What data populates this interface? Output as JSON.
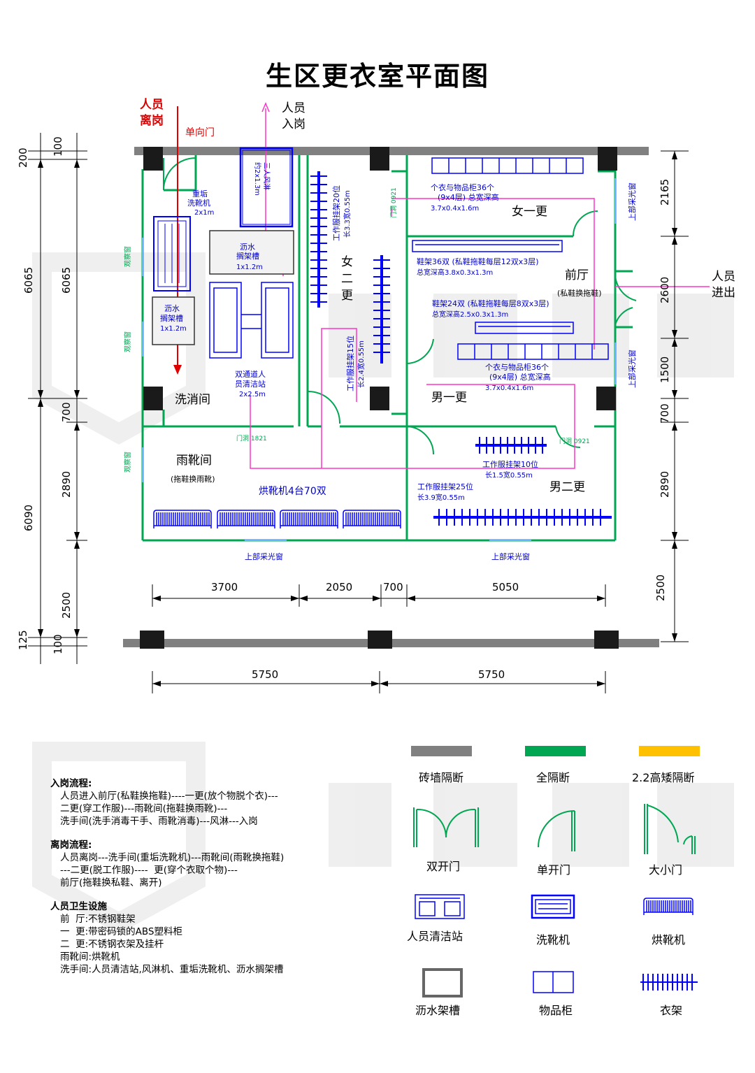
{
  "title": "生区更衣室平面图",
  "flow_labels": {
    "leave_line1": "人员",
    "leave_line2": "离岗",
    "oneway_door": "单向门",
    "enter_line1": "人员",
    "enter_line2": "入岗",
    "inout_line1": "人员",
    "inout_line2": "进出"
  },
  "rooms": {
    "wash_room": "洗消间",
    "rain_boot_room": "雨靴间",
    "rain_boot_sub": "(拖鞋换雨靴)",
    "second_change": [
      "女",
      "二",
      "更"
    ],
    "female_first": "女一更",
    "lobby": "前厅",
    "lobby_sub": "(私鞋换拖鞋)",
    "male_first": "男一更",
    "male_second": "男二更"
  },
  "equipment": {
    "heavy_washer_1": "重垢",
    "heavy_washer_2": "洗靴机",
    "heavy_washer_3": "2x1m",
    "air_shower_1": "三人风淋",
    "air_shower_2": "约2x1.3m",
    "drain_rack_1_a": "沥水",
    "drain_rack_1_b": "搁架槽",
    "drain_rack_1_c": "1x1.2m",
    "drain_rack_2_a": "沥水",
    "drain_rack_2_b": "搁架槽",
    "drain_rack_2_c": "1x1.2m",
    "cleaning_station_1": "双通道人",
    "cleaning_station_2": "员清洁站",
    "cleaning_station_3": "2x2.5m",
    "hanger20_1": "工作服挂架20位",
    "hanger20_2": "长3.3宽0.55m",
    "hanger15_1": "工作服挂架15位",
    "hanger15_2": "长2.4宽0.55m",
    "locker_top_1": "个衣与物品柜36个",
    "locker_top_2": "(9x4层) 总宽深高",
    "locker_top_3": "3.7x0.4x1.6m",
    "shoe36_1": "鞋架36双 (私鞋拖鞋每层12双x3层)",
    "shoe36_2": "总宽深高3.8x0.3x1.3m",
    "shoe24_1": "鞋架24双 (私鞋拖鞋每层8双x3层)",
    "shoe24_2": "总宽深高2.5x0.3x1.3m",
    "locker_bot_1": "个衣与物品柜36个",
    "locker_bot_2": "(9x4层) 总宽深高",
    "locker_bot_3": "3.7x0.4x1.6m",
    "boot_dryer": "烘靴机4台70双",
    "hanger10_1": "工作服挂架10位",
    "hanger10_2": "长1.5宽0.55m",
    "hanger25_1": "工作服挂架25位",
    "hanger25_2": "长3.9宽0.55m"
  },
  "windows": {
    "obs1": "观察窗",
    "obs2": "观察窗",
    "obs3": "观察窗",
    "sky_right1": "上部采光窗",
    "sky_right2": "上部采光窗",
    "sky_bottom1": "上部采光窗",
    "sky_bottom2": "上部采光窗"
  },
  "openings": {
    "door_0921_a": "门洞 0921",
    "door_1821": "门洞 1821",
    "door_0921_b": "门洞 0921"
  },
  "dimensions": {
    "left_200": "200",
    "left_100_top": "100",
    "left_6065_outer": "6065",
    "left_6065_inner": "6065",
    "left_700": "700",
    "left_2890": "2890",
    "left_6090": "6090",
    "left_2500": "2500",
    "left_125": "125",
    "left_100_bot": "100",
    "right_2165": "2165",
    "right_2600": "2600",
    "right_1500": "1500",
    "right_700": "700",
    "right_2890": "2890",
    "right_2500": "2500",
    "h_3700": "3700",
    "h_2050": "2050",
    "h_700": "700",
    "h_5050": "5050",
    "h_5750_a": "5750",
    "h_5750_b": "5750"
  },
  "legend": {
    "brick": "砖墙隔断",
    "full": "全隔断",
    "low": "2.2高矮隔断",
    "double_door": "双开门",
    "single_door": "单开门",
    "big_small_door": "大小门",
    "cleaning_station": "人员清洁站",
    "boot_washer": "洗靴机",
    "boot_dryer": "烘靴机",
    "drain_rack": "沥水架槽",
    "cabinet": "物品柜",
    "hanger": "衣架",
    "colors": {
      "brick": "#808080",
      "full": "#00a651",
      "low": "#ffc000",
      "door": "#00a651",
      "equip": "#0000ff",
      "flow": "#ff00ff",
      "leave": "#e00000",
      "dim": "#000000"
    }
  },
  "procedures": {
    "entry_title": "入岗流程:",
    "entry_lines": [
      "人员进入前厅(私鞋换拖鞋)----一更(放个物脱个衣)---",
      "二更(穿工作服)---雨靴间(拖鞋换雨靴)---",
      "洗手间(洗手消毒干手、雨靴消毒)---风淋---入岗"
    ],
    "leave_title": "离岗流程:",
    "leave_lines": [
      "人员离岗---洗手间(重垢洗靴机)---雨靴间(雨靴换拖鞋)",
      "---二更(脱工作服)----  更(穿个衣取个物)---",
      "前厅(拖鞋换私鞋、离开)"
    ],
    "hygiene_title": "人员卫生设施",
    "hygiene_lines": [
      "前  厅:不锈钢鞋架",
      "一  更:带密码锁的ABS塑料柜",
      "二  更:不锈钢衣架及挂杆",
      "雨靴间:烘靴机",
      "洗手间:人员清洁站,风淋机、重垢洗靴机、沥水搁架槽"
    ]
  }
}
